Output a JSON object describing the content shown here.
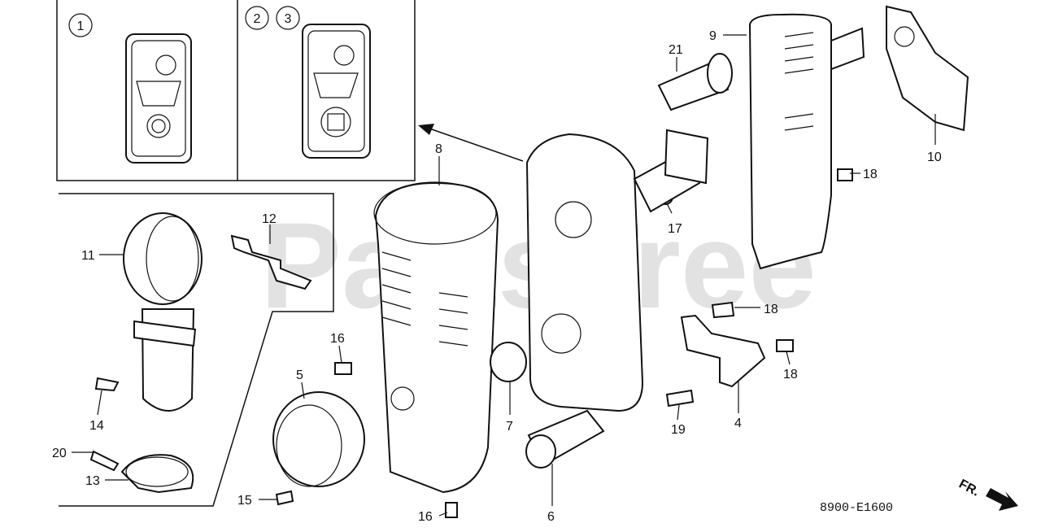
{
  "watermark": "PartsTree",
  "diagram_code": "8900-E1600",
  "direction_label": "FR.",
  "variant_labels": [
    "1",
    "2",
    "3"
  ],
  "callouts": [
    "1",
    "2",
    "3",
    "4",
    "5",
    "6",
    "7",
    "8",
    "9",
    "10",
    "11",
    "12",
    "13",
    "14",
    "15",
    "16",
    "16",
    "17",
    "18",
    "18",
    "18",
    "19",
    "20",
    "21"
  ]
}
